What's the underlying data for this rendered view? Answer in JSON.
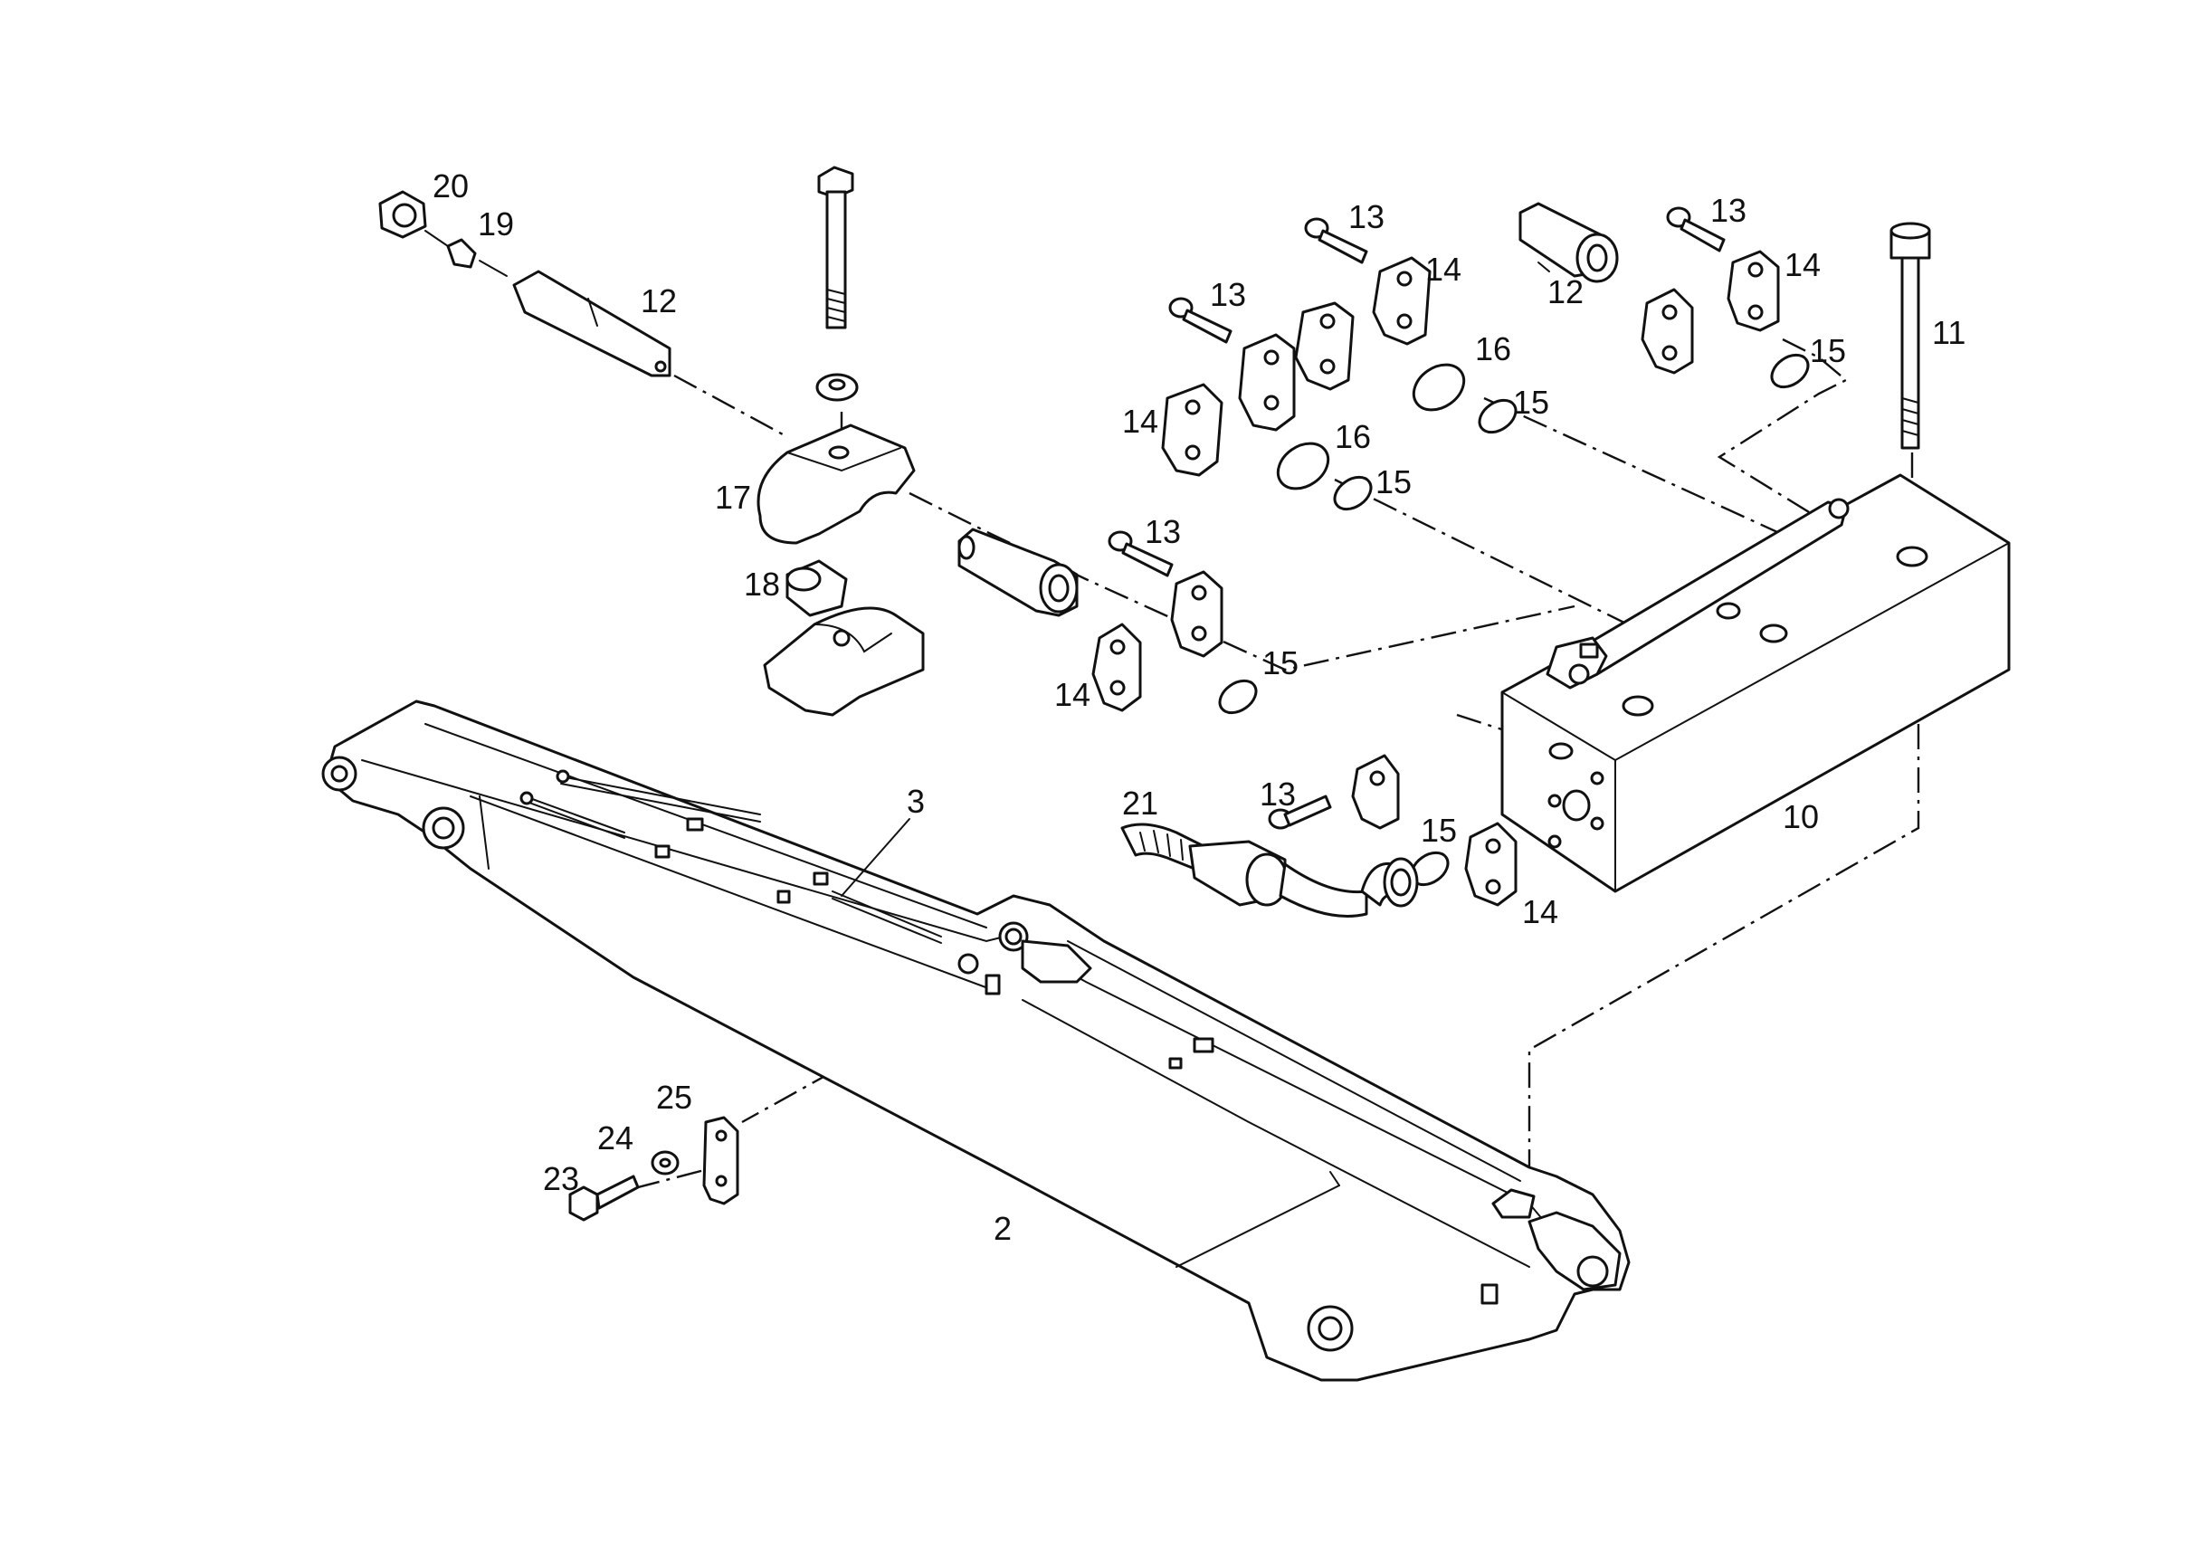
{
  "labels": {
    "l20": "20",
    "l19": "19",
    "l12a": "12",
    "l17": "17",
    "l18": "18",
    "l13a": "13",
    "l13b": "13",
    "l13c": "13",
    "l13d": "13",
    "l13e": "13",
    "l14a": "14",
    "l14b": "14",
    "l14c": "14",
    "l14d": "14",
    "l14e": "14",
    "l16a": "16",
    "l16b": "16",
    "l15a": "15",
    "l15b": "15",
    "l15c": "15",
    "l15d": "15",
    "l15e": "15",
    "l12b": "12",
    "l11": "11",
    "l10": "10",
    "l21": "21",
    "l3": "3",
    "l2": "2",
    "l25": "25",
    "l24": "24",
    "l23": "23"
  },
  "colors": {
    "line": "#111111",
    "background": "#ffffff"
  }
}
